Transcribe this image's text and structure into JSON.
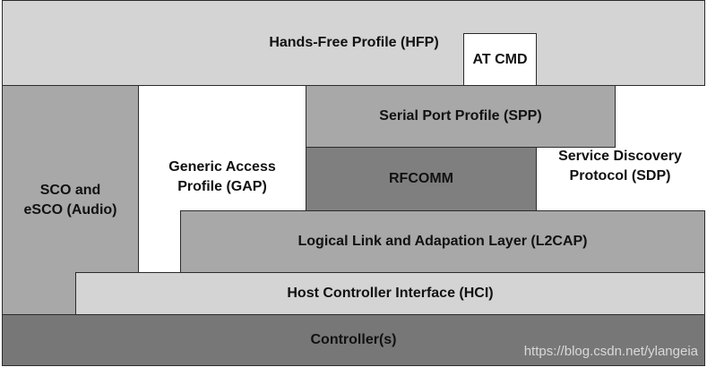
{
  "diagram": {
    "colors": {
      "light_gray": "#d4d4d4",
      "mid_gray": "#a8a8a8",
      "dark_gray": "#7f7f7f",
      "darkest_gray": "#777777",
      "white": "#ffffff",
      "border": "#2b2b2b"
    },
    "blocks": {
      "hfp": "Hands-Free Profile (HFP)",
      "at_cmd": "AT CMD",
      "sco": "SCO and\neSCO (Audio)",
      "gap": "Generic Access\nProfile (GAP)",
      "spp": "Serial Port Profile (SPP)",
      "sdp": "Service Discovery\nProtocol (SDP)",
      "rfcomm": "RFCOMM",
      "l2cap": "Logical Link and Adapation Layer (L2CAP)",
      "hci": "Host Controller Interface (HCI)",
      "controller": "Controller(s)"
    },
    "watermark": "https://blog.csdn.net/ylangeia"
  }
}
